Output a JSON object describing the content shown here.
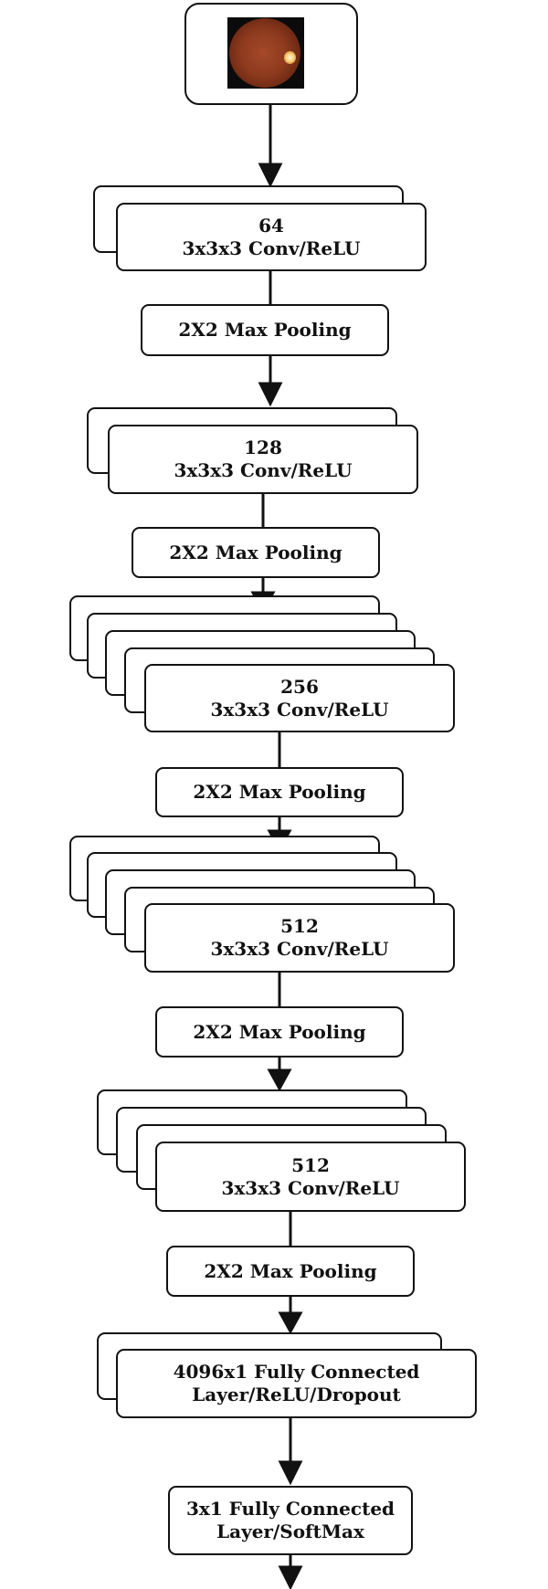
{
  "input": {
    "image_description_icon": "retinal-fundus-image"
  },
  "layers": [
    {
      "id": "conv1",
      "filters": "64",
      "op": "3x3x3 Conv/ReLU"
    },
    {
      "id": "pool1",
      "label": "2X2 Max Pooling"
    },
    {
      "id": "conv2",
      "filters": "128",
      "op": "3x3x3 Conv/ReLU"
    },
    {
      "id": "pool2",
      "label": "2X2 Max Pooling"
    },
    {
      "id": "conv3",
      "filters": "256",
      "op": "3x3x3 Conv/ReLU"
    },
    {
      "id": "pool3",
      "label": "2X2 Max Pooling"
    },
    {
      "id": "conv4",
      "filters": "512",
      "op": "3x3x3 Conv/ReLU"
    },
    {
      "id": "pool4",
      "label": "2X2 Max Pooling"
    },
    {
      "id": "conv5",
      "filters": "512",
      "op": "3x3x3 Conv/ReLU"
    },
    {
      "id": "pool5",
      "label": "2X2 Max Pooling"
    },
    {
      "id": "fc1",
      "line1": "4096x1 Fully Connected",
      "line2": "Layer/ReLU/Dropout"
    },
    {
      "id": "fc2",
      "line1": "3x1 Fully Connected",
      "line2": "Layer/SoftMax"
    }
  ],
  "colors": {
    "stroke": "#111111",
    "background": "#ffffff",
    "fundus": "#8d3a1e",
    "optic_disc": "#f6d27a"
  }
}
